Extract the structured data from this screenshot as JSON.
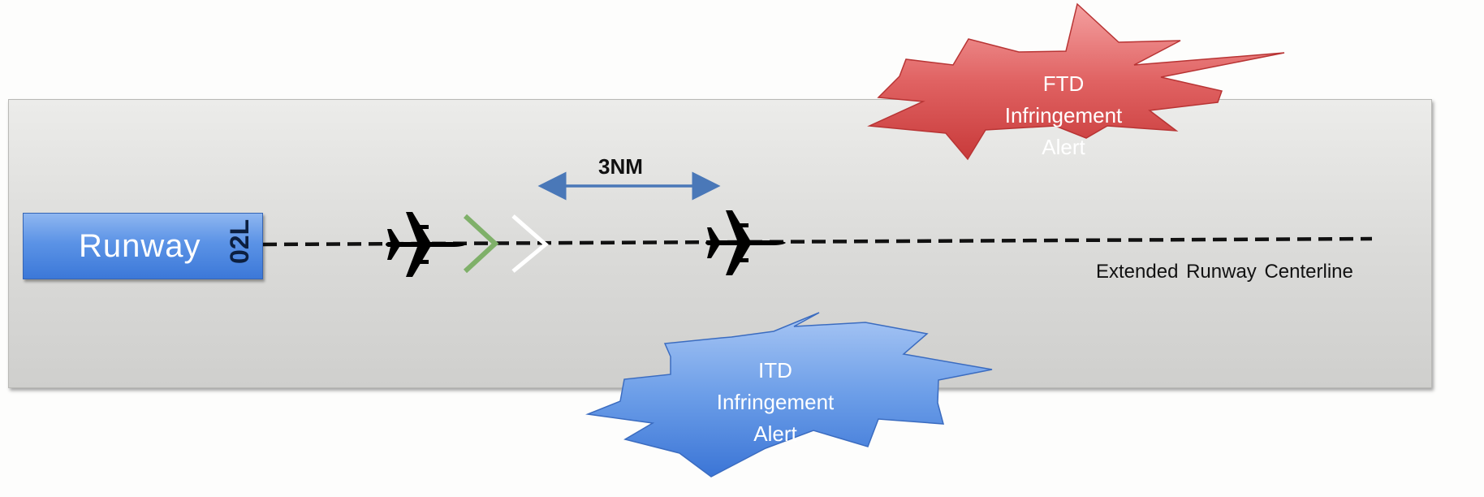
{
  "runway": {
    "label": "Runway",
    "id": "02L"
  },
  "separation_label": "3NM",
  "centerline_label": "Extended Runway Centerline",
  "ftd_alert": {
    "line1": "FTD",
    "line2": "Infringement",
    "line3": "Alert",
    "color": "#e05a5a"
  },
  "itd_alert": {
    "line1": "ITD",
    "line2": "Infringement",
    "line3": "Alert",
    "color": "#4f8ae0"
  },
  "colors": {
    "arrow": "#4a78b8",
    "green_chevron": "#7fb069",
    "white_chevron": "#ffffff"
  },
  "icons": {
    "aircraft": "airplane-icon"
  }
}
